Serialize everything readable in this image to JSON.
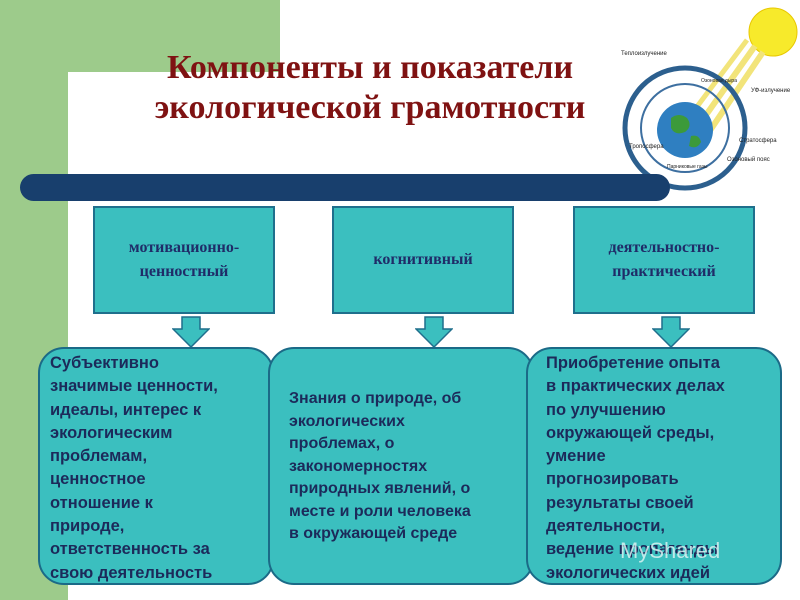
{
  "title": "Компоненты и показатели экологической грамотности",
  "diagram_labels": {
    "heat": "Теплоизлучение",
    "ozone_hole": "Озоновая дыра",
    "uv": "УФ-излучение",
    "stratosphere": "Стратосфера",
    "troposphere": "Тропосфера",
    "greenhouse": "Парниковые газы",
    "ozone_layer": "Озоновый пояс"
  },
  "components": [
    {
      "label": "мотивационно-\nценностный"
    },
    {
      "label": "когнитивный"
    },
    {
      "label": "деятельностно-\nпрактический"
    }
  ],
  "descriptions": [
    {
      "text": "Субъективно\nзначимые ценности,\nидеалы, интерес к\nэкологическим\nпроблемам,\nценностное\nотношение к\nприроде,\nответственность за\nсвою деятельность"
    },
    {
      "text": "Знания о природе, об\nэкологических\nпроблемах, о\nзакономерностях\nприродных явлений, о\nместе и роли человека\nв  окружающей среде"
    },
    {
      "text": "Приобретение опыта\nв практических делах\nпо улучшению\nокружающей среды,\nумение\nпрогнозировать\nрезультаты своей\nдеятельности,\nведение пропаганды\nэкологических идей"
    }
  ],
  "watermark": "MyShared",
  "colors": {
    "box_fill": "#3bbfbf",
    "title": "#7f1212",
    "bar": "#183f6d",
    "green": "#9dcb8b",
    "arrow": "#3bbfbf"
  }
}
